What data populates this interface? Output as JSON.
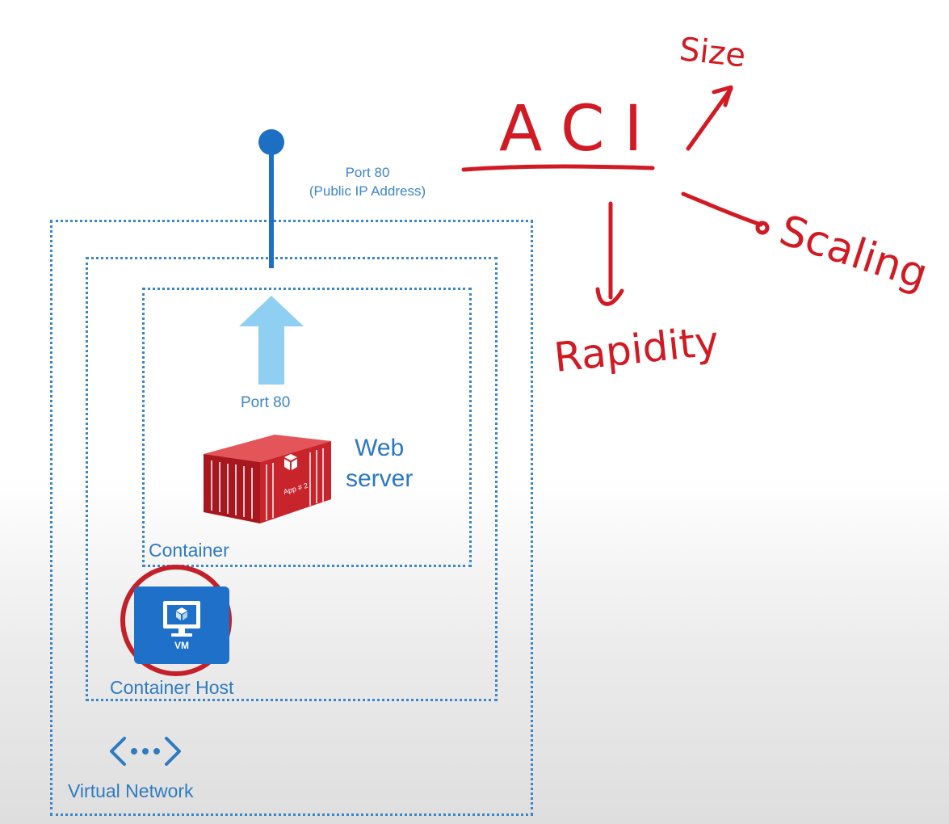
{
  "diagram": {
    "port_public_line1": "Port 80",
    "port_public_line2": "(Public IP Address)",
    "port_inner": "Port 80",
    "web_server_line1": "Web",
    "web_server_line2": "server",
    "container_image_label": "App # 2",
    "container_label": "Container",
    "vm_label": "VM",
    "host_label": "Container Host",
    "vnet_label": "Virtual Network"
  },
  "annotations": {
    "main": "ACI",
    "size": "Size",
    "scaling": "Scaling",
    "rapidity": "Rapidity"
  },
  "colors": {
    "border": "#3b86c9",
    "label_blue": "#2f7bc0",
    "line_blue": "#1d6fc4",
    "arrow_light_blue": "#8fd0f2",
    "container_red": "#c8242b",
    "ink_red": "#d11a23",
    "vm_blue": "#1f70c9"
  }
}
